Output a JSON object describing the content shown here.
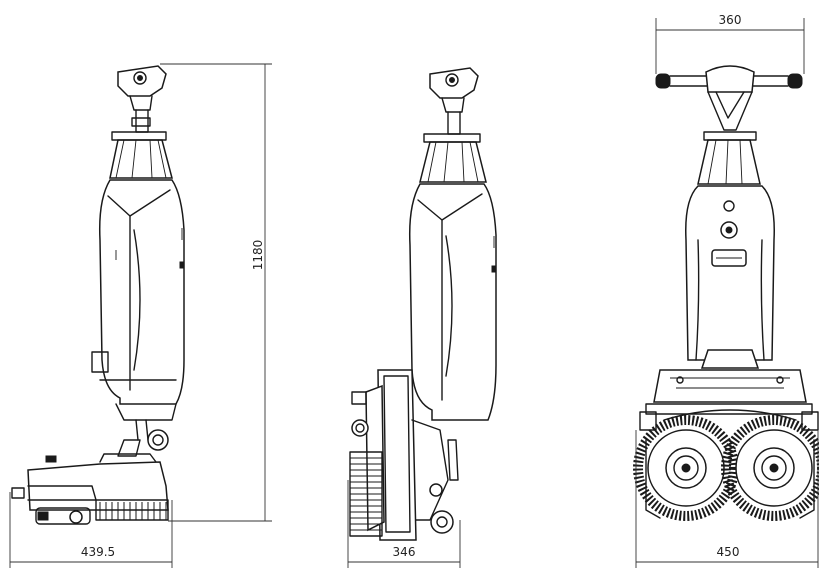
{
  "dimensions": {
    "side_length": "439.5",
    "side_height": "1180",
    "rear_depth": "346",
    "front_handle_width": "360",
    "front_width": "450"
  },
  "colors": {
    "line": "#1a1a1a",
    "background": "#ffffff"
  },
  "views": [
    "side-view",
    "rear-side-view",
    "front-view"
  ]
}
